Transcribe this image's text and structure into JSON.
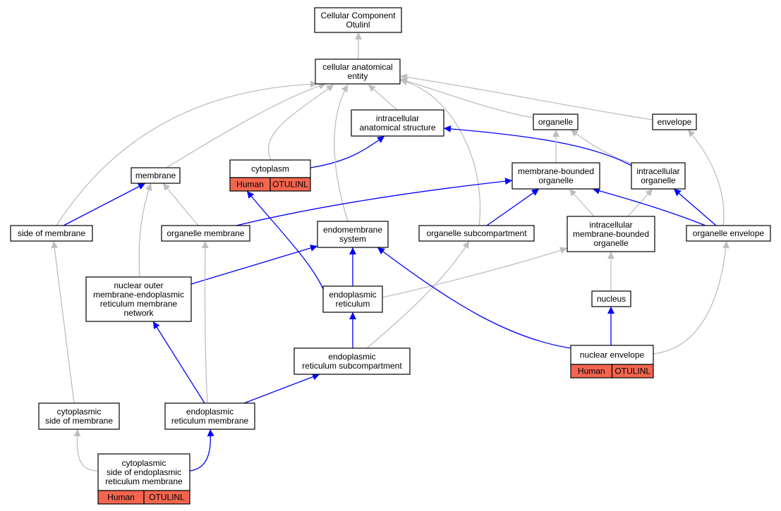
{
  "graph": {
    "nodes": [
      {
        "id": "root",
        "lines": [
          "Cellular Component",
          "Otulinl"
        ]
      },
      {
        "id": "cae",
        "lines": [
          "cellular anatomical",
          "entity"
        ]
      },
      {
        "id": "ias",
        "lines": [
          "intracellular",
          "anatomical structure"
        ]
      },
      {
        "id": "organelle",
        "lines": [
          "organelle"
        ]
      },
      {
        "id": "envelope",
        "lines": [
          "envelope"
        ]
      },
      {
        "id": "membrane",
        "lines": [
          "membrane"
        ]
      },
      {
        "id": "cytoplasm",
        "lines": [
          "cytoplasm"
        ],
        "annotations": [
          "Human",
          "OTULINL"
        ]
      },
      {
        "id": "mbo",
        "lines": [
          "membrane-bounded",
          "organelle"
        ]
      },
      {
        "id": "io",
        "lines": [
          "intracellular",
          "organelle"
        ]
      },
      {
        "id": "som",
        "lines": [
          "side of membrane"
        ]
      },
      {
        "id": "om",
        "lines": [
          "organelle membrane"
        ]
      },
      {
        "id": "ems",
        "lines": [
          "endomembrane",
          "system"
        ]
      },
      {
        "id": "osc",
        "lines": [
          "organelle subcompartment"
        ]
      },
      {
        "id": "imbo",
        "lines": [
          "intracellular",
          "membrane-bounded",
          "organelle"
        ]
      },
      {
        "id": "oe",
        "lines": [
          "organelle envelope"
        ]
      },
      {
        "id": "nomern",
        "lines": [
          "nuclear outer",
          "membrane-endoplasmic",
          "reticulum membrane",
          "network"
        ]
      },
      {
        "id": "er",
        "lines": [
          "endoplasmic",
          "reticulum"
        ]
      },
      {
        "id": "nucleus",
        "lines": [
          "nucleus"
        ]
      },
      {
        "id": "ersc",
        "lines": [
          "endoplasmic",
          "reticulum subcompartment"
        ]
      },
      {
        "id": "ne",
        "lines": [
          "nuclear envelope"
        ],
        "annotations": [
          "Human",
          "OTULINL"
        ]
      },
      {
        "id": "csom",
        "lines": [
          "cytoplasmic",
          "side of membrane"
        ]
      },
      {
        "id": "erm",
        "lines": [
          "endoplasmic",
          "reticulum membrane"
        ]
      },
      {
        "id": "cserm",
        "lines": [
          "cytoplasmic",
          "side of endoplasmic",
          "reticulum membrane"
        ],
        "annotations": [
          "Human",
          "OTULINL"
        ]
      }
    ],
    "edges": [
      {
        "from": "cae",
        "to": "root",
        "kind": "is_a"
      },
      {
        "from": "ias",
        "to": "cae",
        "kind": "is_a"
      },
      {
        "from": "organelle",
        "to": "cae",
        "kind": "is_a"
      },
      {
        "from": "envelope",
        "to": "cae",
        "kind": "is_a"
      },
      {
        "from": "membrane",
        "to": "cae",
        "kind": "is_a"
      },
      {
        "from": "cytoplasm",
        "to": "cae",
        "kind": "is_a"
      },
      {
        "from": "cytoplasm",
        "to": "ias",
        "kind": "part_of"
      },
      {
        "from": "som",
        "to": "cae",
        "kind": "is_a"
      },
      {
        "from": "som",
        "to": "membrane",
        "kind": "part_of"
      },
      {
        "from": "ems",
        "to": "cae",
        "kind": "is_a"
      },
      {
        "from": "osc",
        "to": "cae",
        "kind": "is_a"
      },
      {
        "from": "osc",
        "to": "mbo",
        "kind": "part_of"
      },
      {
        "from": "io",
        "to": "organelle",
        "kind": "is_a"
      },
      {
        "from": "io",
        "to": "ias",
        "kind": "part_of"
      },
      {
        "from": "mbo",
        "to": "organelle",
        "kind": "is_a"
      },
      {
        "from": "om",
        "to": "membrane",
        "kind": "is_a"
      },
      {
        "from": "om",
        "to": "mbo",
        "kind": "part_of"
      },
      {
        "from": "imbo",
        "to": "mbo",
        "kind": "is_a"
      },
      {
        "from": "imbo",
        "to": "io",
        "kind": "is_a"
      },
      {
        "from": "oe",
        "to": "envelope",
        "kind": "is_a"
      },
      {
        "from": "oe",
        "to": "mbo",
        "kind": "part_of"
      },
      {
        "from": "oe",
        "to": "io",
        "kind": "part_of"
      },
      {
        "from": "nomern",
        "to": "membrane",
        "kind": "is_a"
      },
      {
        "from": "nomern",
        "to": "ems",
        "kind": "part_of"
      },
      {
        "from": "er",
        "to": "imbo",
        "kind": "is_a"
      },
      {
        "from": "er",
        "to": "ems",
        "kind": "part_of"
      },
      {
        "from": "er",
        "to": "cytoplasm",
        "kind": "part_of"
      },
      {
        "from": "nucleus",
        "to": "imbo",
        "kind": "is_a"
      },
      {
        "from": "ersc",
        "to": "osc",
        "kind": "is_a"
      },
      {
        "from": "ersc",
        "to": "er",
        "kind": "part_of"
      },
      {
        "from": "ne",
        "to": "oe",
        "kind": "is_a"
      },
      {
        "from": "ne",
        "to": "nucleus",
        "kind": "part_of"
      },
      {
        "from": "ne",
        "to": "ems",
        "kind": "part_of"
      },
      {
        "from": "csom",
        "to": "som",
        "kind": "is_a"
      },
      {
        "from": "erm",
        "to": "om",
        "kind": "is_a"
      },
      {
        "from": "erm",
        "to": "nomern",
        "kind": "part_of"
      },
      {
        "from": "erm",
        "to": "ersc",
        "kind": "part_of"
      },
      {
        "from": "cserm",
        "to": "csom",
        "kind": "is_a"
      },
      {
        "from": "cserm",
        "to": "erm",
        "kind": "part_of"
      }
    ]
  },
  "colors": {
    "is_a": "#bebebe",
    "part_of": "#0000ff",
    "annotation_fill": "#f4654f",
    "node_border": "#000000",
    "background": "#ffffff"
  }
}
